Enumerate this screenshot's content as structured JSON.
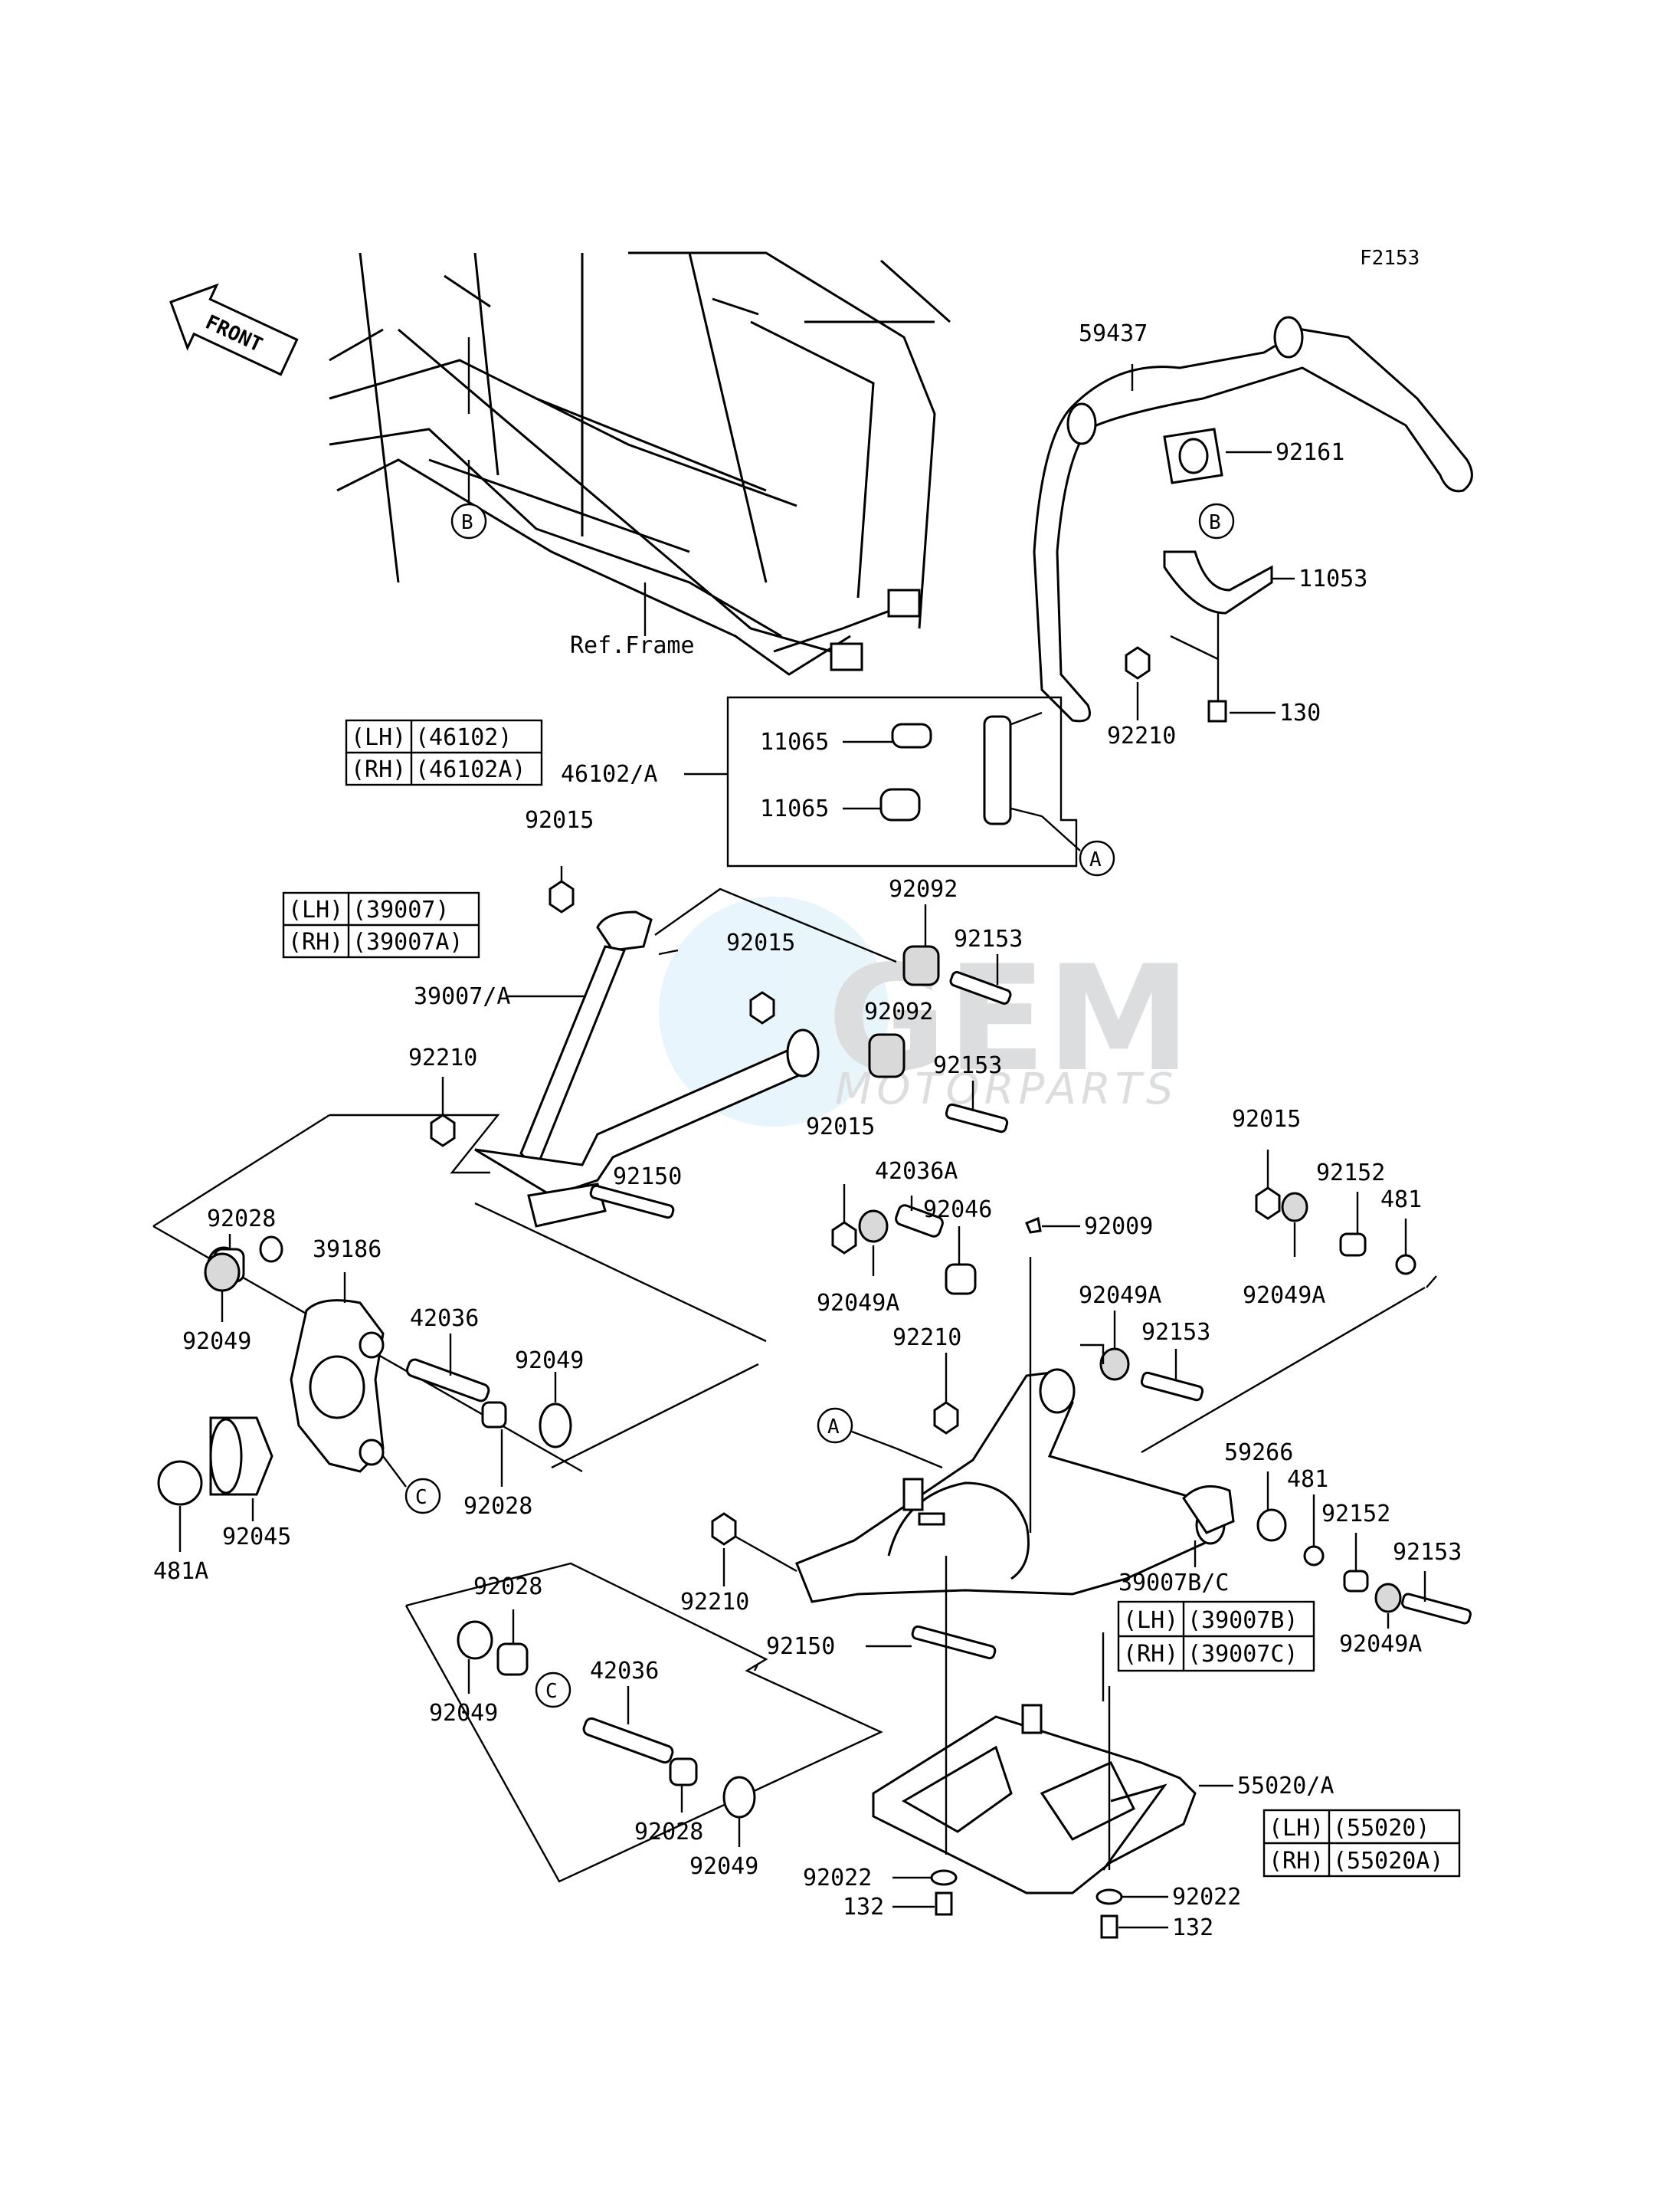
{
  "figure_code": "F2153",
  "front_label": "FRONT",
  "ref_frame_label": "Ref.Frame",
  "watermark": {
    "brand_top": "GEM",
    "brand_bottom": "MOTORPARTS"
  },
  "callout_letters": {
    "a": "A",
    "b": "B",
    "c": "C"
  },
  "side_tables": {
    "stabilizer_link": {
      "lh": "(LH)",
      "lh_part": "(46102)",
      "rh": "(RH)",
      "rh_part": "(46102A)"
    },
    "upper_arm": {
      "lh": "(LH)",
      "lh_part": "(39007)",
      "rh": "(RH)",
      "rh_part": "(39007A)"
    },
    "lower_arm": {
      "lh": "(LH)",
      "lh_part": "(39007B)",
      "rh": "(RH)",
      "rh_part": "(39007C)"
    },
    "skid_plate": {
      "lh": "(LH)",
      "lh_part": "(55020)",
      "rh": "(RH)",
      "rh_part": "(55020A)"
    }
  },
  "parts": {
    "p59437": "59437",
    "p92161": "92161",
    "p11053": "11053",
    "p130": "130",
    "p92210_top": "92210",
    "p11065_a": "11065",
    "p11065_b": "11065",
    "p46102A": "46102/A",
    "p92015_a": "92015",
    "p92092_a": "92092",
    "p92153_a": "92153",
    "p92015_b": "92015",
    "p39007A": "39007/A",
    "p92092_b": "92092",
    "p92153_b": "92153",
    "p92210_left": "92210",
    "p92015_c": "92015",
    "p42036A": "42036A",
    "p92046": "92046",
    "p92150_top": "92150",
    "p92028_a": "92028",
    "p39186": "39186",
    "p92049_a": "92049",
    "p42036_a": "42036",
    "p92049_b": "92049",
    "p92028_b": "92028",
    "p92045": "92045",
    "p481A": "481A",
    "p92049A_a": "92049A",
    "p92009": "92009",
    "p92049A_b": "92049A",
    "p92153_c": "92153",
    "p92210_mid": "92210",
    "p92015_d": "92015",
    "p92152_a": "92152",
    "p481_a": "481",
    "p92049A_c": "92049A",
    "p59266": "59266",
    "p481_b": "481",
    "p92152_b": "92152",
    "p92153_d": "92153",
    "p92049A_d": "92049A",
    "p39007BC": "39007B/C",
    "p92210_low": "92210",
    "p92150_low": "92150",
    "p92028_c": "92028",
    "p42036_b": "42036",
    "p92049_c": "92049",
    "p92028_d": "92028",
    "p92049_d": "92049",
    "p55020A": "55020/A",
    "p92022_a": "92022",
    "p132_a": "132",
    "p92022_b": "92022",
    "p132_b": "132"
  }
}
